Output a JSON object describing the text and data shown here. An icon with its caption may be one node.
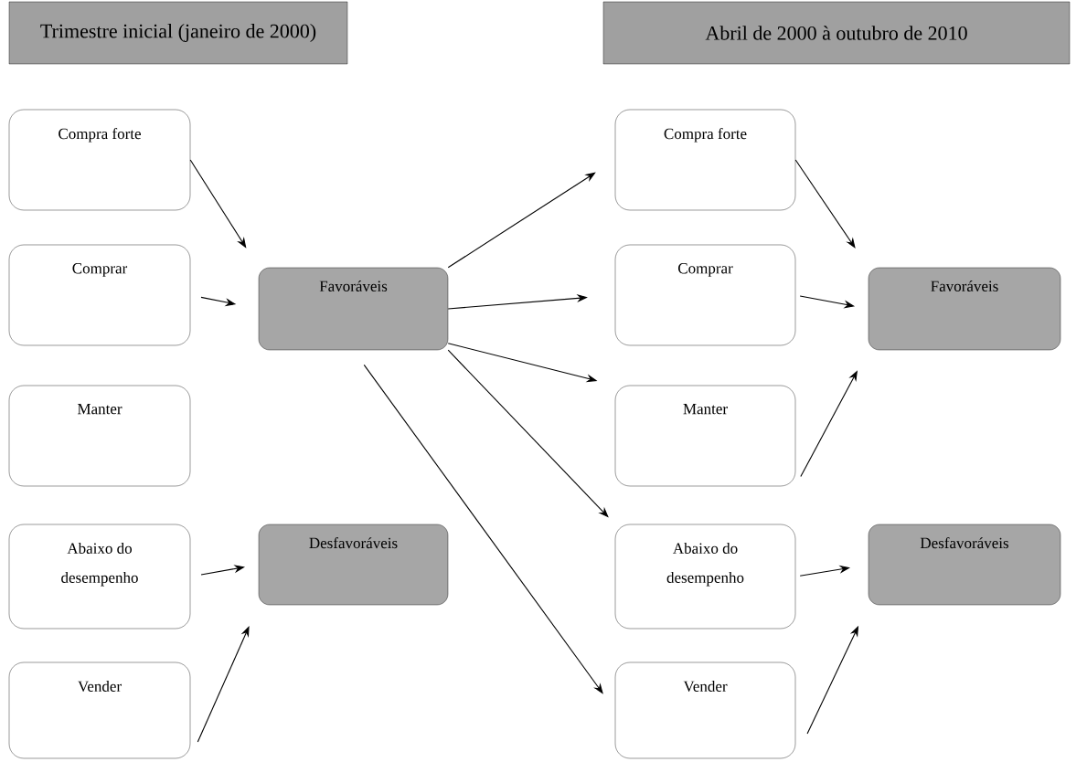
{
  "diagram": {
    "nodes": [
      {
        "text": [
          "Trimestre inicial (janeiro de 2000)"
        ]
      },
      {
        "text": [
          "Abril de 2000 à outubro de 2010"
        ]
      },
      {
        "text": [
          "Compra forte"
        ]
      },
      {
        "text": [
          "Comprar"
        ]
      },
      {
        "text": [
          "Manter"
        ]
      },
      {
        "text": [
          "Abaixo do desempenho"
        ]
      },
      {
        "text": [
          "Vender"
        ]
      },
      {
        "text": [
          "Favoráveis"
        ]
      },
      {
        "text": [
          "Desfavoráveis"
        ]
      },
      {
        "text": [
          "Compra forte"
        ]
      },
      {
        "text": [
          "Comprar"
        ]
      },
      {
        "text": [
          "Manter"
        ]
      },
      {
        "text": [
          "Abaixo do desempenho"
        ]
      },
      {
        "text": [
          "Vender"
        ]
      },
      {
        "text": [
          "Favoráveis"
        ]
      },
      {
        "text": [
          "Desfavoráveis"
        ]
      }
    ],
    "edges": [
      {
        "from": 2,
        "to": 7,
        "arrow": "to"
      },
      {
        "from": 3,
        "to": 7,
        "arrow": "to"
      },
      {
        "from": 5,
        "to": 8,
        "arrow": "to"
      },
      {
        "from": 6,
        "to": 8,
        "arrow": "to"
      },
      {
        "from": 7,
        "to": 9,
        "arrow": "to"
      },
      {
        "from": 7,
        "to": 10,
        "arrow": "to"
      },
      {
        "from": 7,
        "to": 11,
        "arrow": "to"
      },
      {
        "from": 7,
        "to": 12,
        "arrow": "to"
      },
      {
        "from": 7,
        "to": 13,
        "arrow": "to"
      },
      {
        "from": 9,
        "to": 14,
        "arrow": "to"
      },
      {
        "from": 10,
        "to": 14,
        "arrow": "to"
      },
      {
        "from": 11,
        "to": 14,
        "arrow": "to"
      },
      {
        "from": 12,
        "to": 15,
        "arrow": "to"
      },
      {
        "from": 13,
        "to": 15,
        "arrow": "to"
      }
    ]
  }
}
